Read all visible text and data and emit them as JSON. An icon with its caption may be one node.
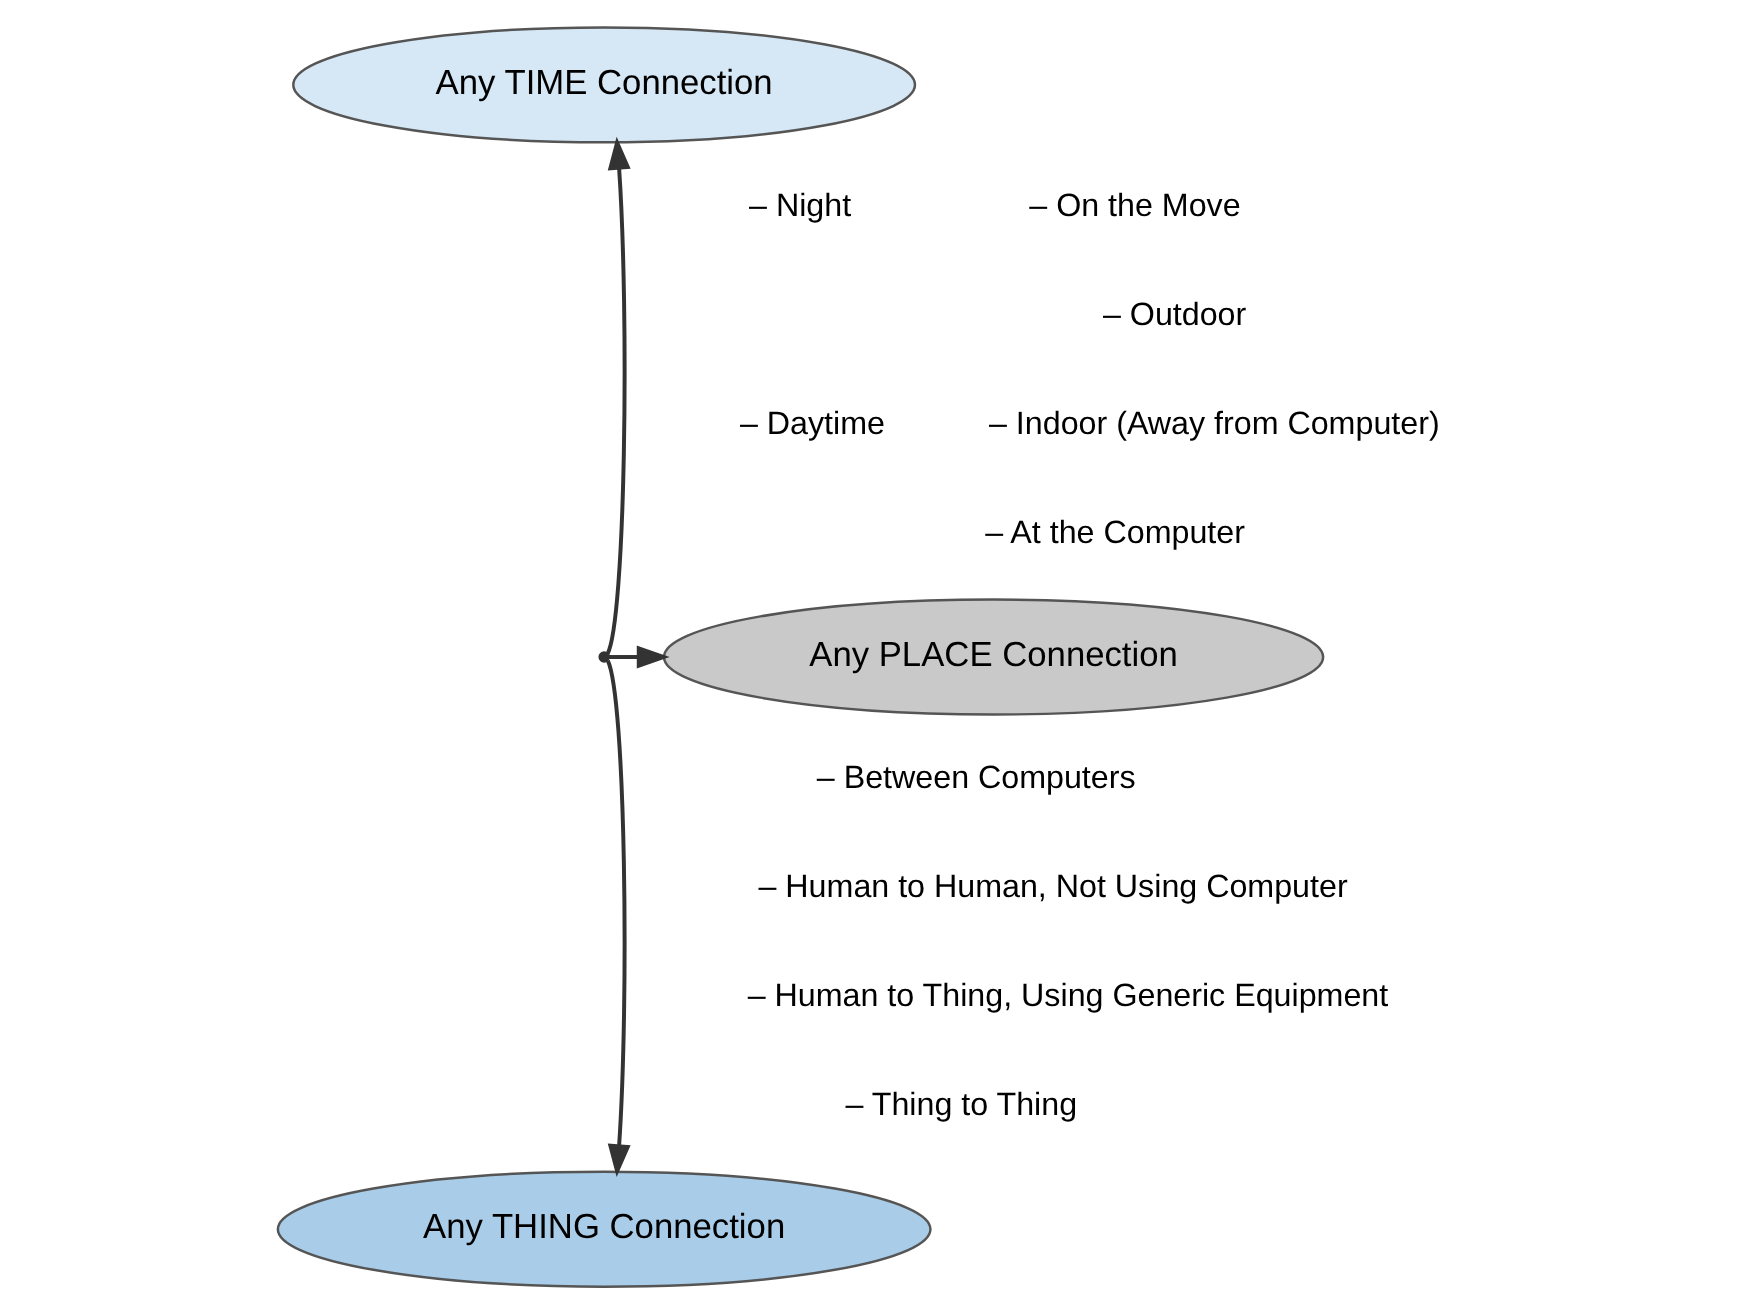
{
  "diagram": {
    "nodes": [
      {
        "text": [
          "Any TIME Connection"
        ]
      },
      {
        "text": [
          "Any PLACE Connection"
        ]
      },
      {
        "text": [
          "Any THING Connection"
        ]
      },
      {
        "text": [],
        "shape": "point"
      }
    ],
    "edges": [
      {
        "from": 3,
        "to": 0,
        "arrow": "to"
      },
      {
        "from": 3,
        "to": 1,
        "arrow": "to"
      },
      {
        "from": 3,
        "to": 2,
        "arrow": "to"
      }
    ],
    "labels": [
      "– Night",
      "– Daytime",
      "– On the Move",
      "– Outdoor",
      "– Indoor (Away from Computer)",
      "– At the Computer",
      "– Between Computers",
      "– Human to Human, Not Using Computer",
      "– Human to Thing, Using Generic Equipment",
      "– Thing to Thing"
    ]
  }
}
